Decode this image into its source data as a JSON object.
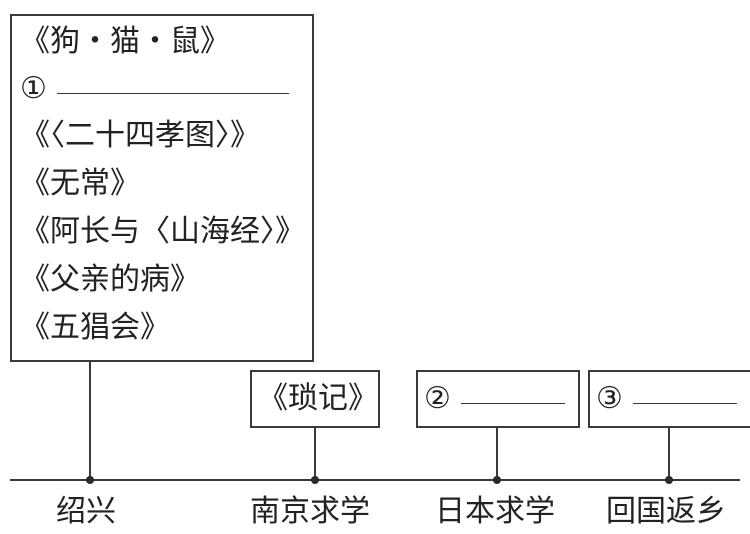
{
  "list_box": {
    "items": [
      "《狗・猫・鼠》",
      "①",
      "《〈二十四孝图〉》",
      "《无常》",
      "《阿长与〈山海经〉》",
      "《父亲的病》",
      "《五猖会》"
    ]
  },
  "boxes": {
    "nanjing": "《琐记》",
    "japan": "②",
    "homecoming": "③"
  },
  "timeline": {
    "places": [
      "绍兴",
      "南京求学",
      "日本求学",
      "回国返乡"
    ]
  }
}
